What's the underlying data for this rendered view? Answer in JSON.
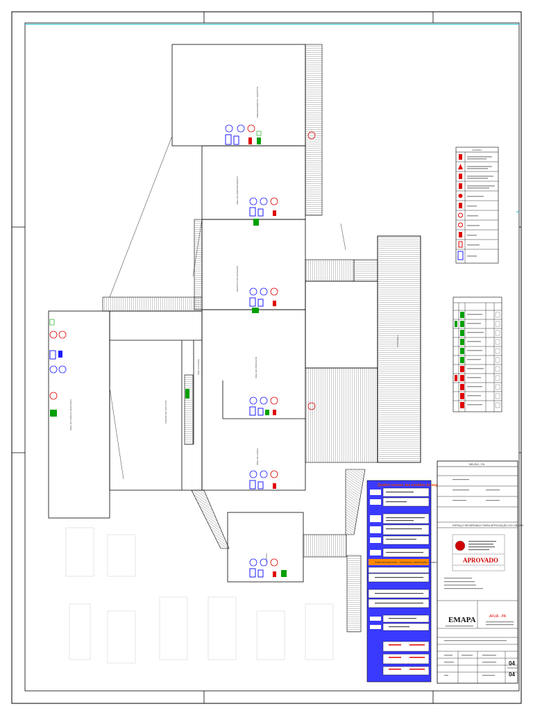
{
  "title_block": {
    "city_header": "BELÉM - PA",
    "approval_space": "ESPAÇO RESERVADO PARA APROVAÇÃO DO CBMPA",
    "approved_stamp": "APROVADO",
    "company": "EMAPA",
    "location": "AFUÁ - PA",
    "sheet_number": "04",
    "sheet_total": "04"
  },
  "security_table": {
    "header": "Quadro resumo das medidas de segurança",
    "sub_header": "Dimensionamento - Extintores, Iluminação, Sinalização"
  },
  "colors": {
    "frame": "#000000",
    "cyan_line": "#00b7c9",
    "accent_red": "#e00000",
    "accent_blue": "#1a1aff",
    "accent_green": "#00a000",
    "table_bg": "#3a3aff",
    "table_header": "#ff8800"
  }
}
